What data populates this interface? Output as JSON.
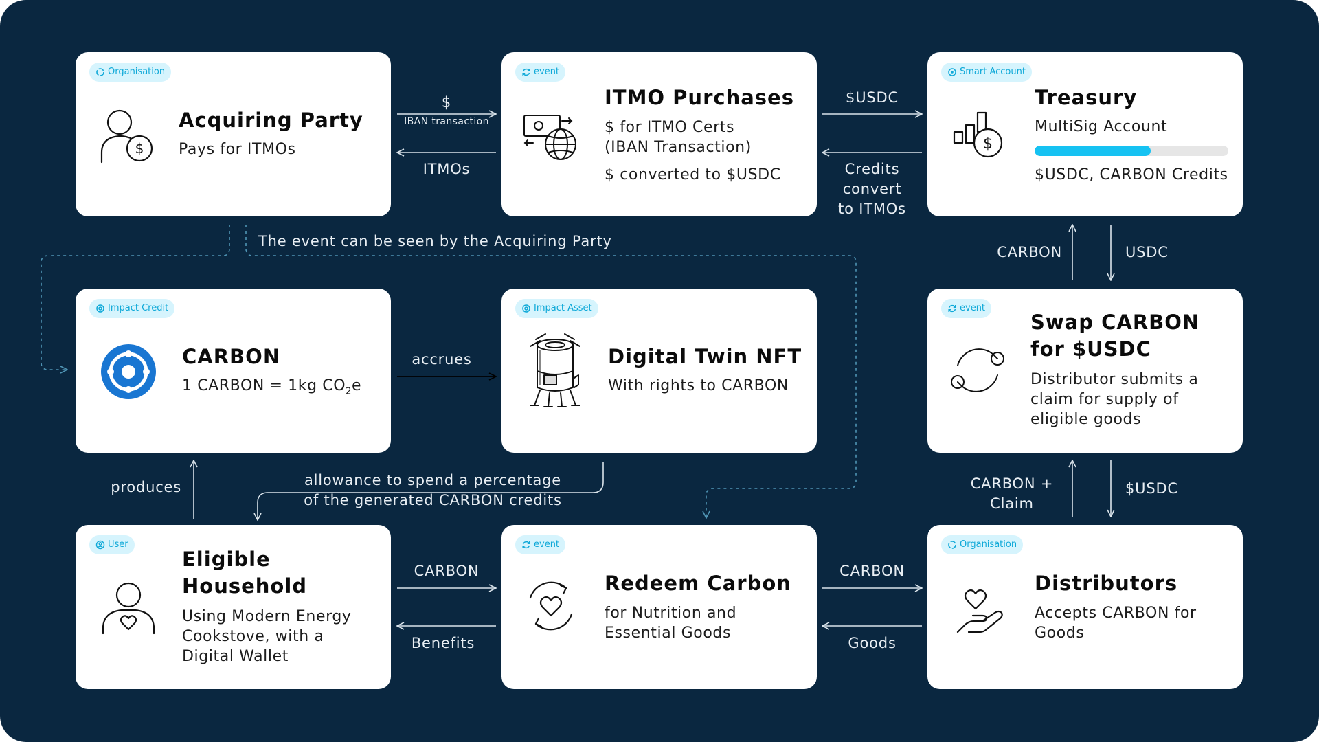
{
  "colors": {
    "background": "#0a2740",
    "card": "#ffffff",
    "badge_bg": "#d6f4fd",
    "badge_text": "#0fa9d8",
    "accent_blue": "#1976d2",
    "progress": "#16c2f2",
    "connector": "#d9e3ea",
    "dashed": "#4f94b4"
  },
  "cards": {
    "acquiring": {
      "badge": "Organisation",
      "title": "Acquiring Party",
      "lines": [
        "Pays for ITMOs"
      ],
      "icon": "person-dollar-icon"
    },
    "itmo": {
      "badge": "event",
      "title": "ITMO Purchases",
      "lines": [
        "$ for ITMO Certs",
        "(IBAN Transaction)",
        "$ converted to $USDC"
      ],
      "icon": "money-globe-icon"
    },
    "treasury": {
      "badge": "Smart Account",
      "title": "Treasury",
      "lines": [
        "MultiSig Account",
        "$USDC, CARBON Credits"
      ],
      "progress": 0.6,
      "icon": "chart-coin-icon"
    },
    "carbon": {
      "badge": "Impact Credit",
      "title": "CARBON",
      "line": "1 CARBON = 1kg CO",
      "sub": "2",
      "suffix": "e",
      "icon": "carbon-target-icon"
    },
    "twin": {
      "badge": "Impact Asset",
      "title": "Digital Twin NFT",
      "lines": [
        "With rights to CARBON"
      ],
      "icon": "cookstove-icon"
    },
    "swap": {
      "badge": "event",
      "title_lines": [
        "Swap CARBON",
        "for $USDC"
      ],
      "lines": [
        "Distributor submits a",
        "claim for supply of",
        "eligible goods"
      ],
      "icon": "swap-arrows-icon"
    },
    "household": {
      "badge": "User",
      "title_lines": [
        "Eligible",
        "Household"
      ],
      "lines": [
        "Using Modern Energy",
        "Cookstove, with a",
        "Digital Wallet"
      ],
      "icon": "person-heart-icon"
    },
    "redeem": {
      "badge": "event",
      "title": "Redeem Carbon",
      "lines": [
        "for Nutrition and",
        "Essential Goods"
      ],
      "icon": "heart-cycle-icon"
    },
    "distributors": {
      "badge": "Organisation",
      "title": "Distributors",
      "lines": [
        "Accepts CARBON for",
        "Goods"
      ],
      "icon": "hand-heart-icon"
    }
  },
  "connectors": {
    "dollar": "$",
    "iban": "IBAN transaction",
    "itmos": "ITMOs",
    "usdc_top": "$USDC",
    "credits_convert": [
      "Credits",
      "convert",
      "to ITMOs"
    ],
    "carbon_up": "CARBON",
    "usdc_down": "USDC",
    "event_seen": "The event can be seen by the Acquiring Party",
    "accrues": "accrues",
    "carbon_claim": [
      "CARBON +",
      "Claim"
    ],
    "usdc_down2": "$USDC",
    "produces": "produces",
    "allowance": [
      "allowance to spend a percentage",
      "of the generated CARBON credits"
    ],
    "carbon_hh": "CARBON",
    "benefits": "Benefits",
    "carbon_dist": "CARBON",
    "goods": "Goods"
  }
}
